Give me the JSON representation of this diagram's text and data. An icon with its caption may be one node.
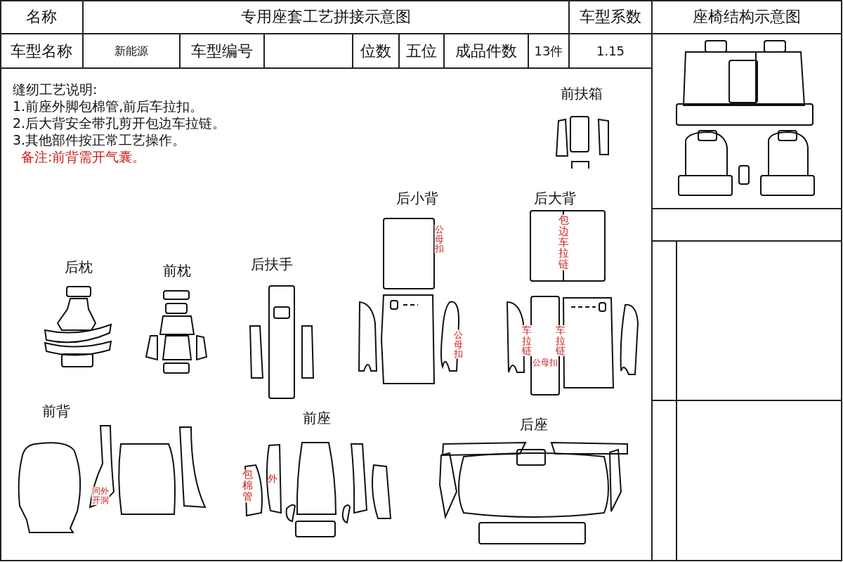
{
  "diagram": {
    "title": "专用座套工艺拼接示意图",
    "labels": [
      "名称",
      "车型系数",
      "座椅结构示意图",
      "车型名称",
      "新能源",
      "车型编号",
      "位数",
      "五位",
      "成品件数",
      "13件",
      "1.15",
      "缝纫工艺说明:",
      "1.前座外脚包棉管,前后车拉扣。",
      "2.后大背安全带孔剪开包边车拉链。",
      "3.其他部件按正常工艺操作。",
      "备注:前背需开气囊。",
      "前扶箱",
      "后小背",
      "后大背",
      "公母扣",
      "包边车拉链",
      "后枕",
      "前枕",
      "后扶手",
      "公母扣",
      "车拉链",
      "车拉链",
      "公母扣",
      "前背",
      "前座",
      "后座",
      "同外开洞",
      "包棉管",
      "外"
    ]
  }
}
